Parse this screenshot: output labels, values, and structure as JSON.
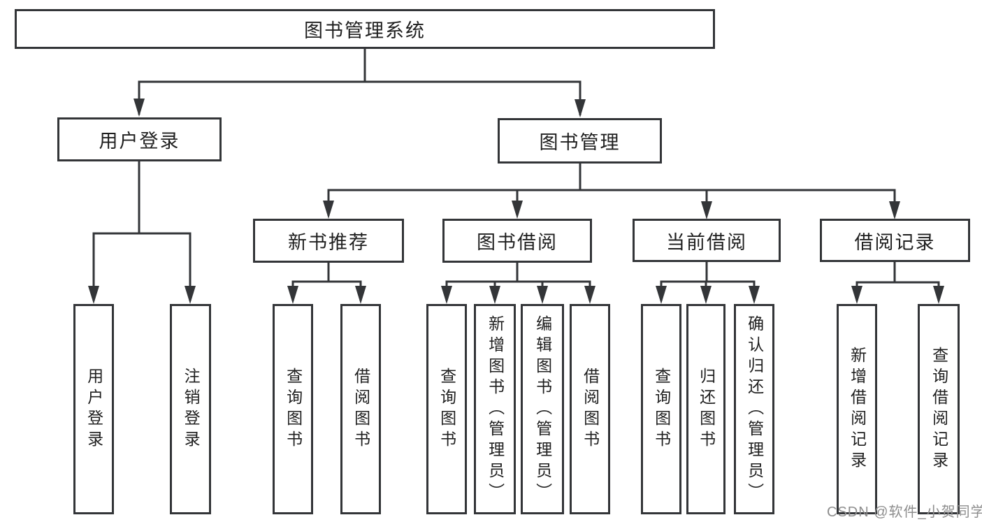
{
  "colors": {
    "line": "#333538",
    "text": "#1f1f1f",
    "watermark": "#8d8d8d",
    "bg": "#ffffff"
  },
  "tree": {
    "root": {
      "label": "图书管理系统"
    },
    "level2": [
      {
        "label": "用户登录"
      },
      {
        "label": "图书管理"
      }
    ],
    "level3": [
      {
        "label": "新书推荐"
      },
      {
        "label": "图书借阅"
      },
      {
        "label": "当前借阅"
      },
      {
        "label": "借阅记录"
      }
    ],
    "leaves": {
      "user_login": [
        {
          "label": "用户登录"
        },
        {
          "label": "注销登录"
        }
      ],
      "new_book_recommend": [
        {
          "label": "查询图书"
        },
        {
          "label": "借阅图书"
        }
      ],
      "book_borrow": [
        {
          "label": "查询图书"
        },
        {
          "label": "新增图书（管理员）"
        },
        {
          "label": "编辑图书（管理员）"
        },
        {
          "label": "借阅图书"
        }
      ],
      "current_borrow": [
        {
          "label": "查询图书"
        },
        {
          "label": "归还图书"
        },
        {
          "label": "确认归还（管理员）"
        }
      ],
      "borrow_records": [
        {
          "label": "新增借阅记录"
        },
        {
          "label": "查询借阅记录"
        }
      ]
    }
  },
  "watermark": {
    "text": "CSDN @软件_小贺同学"
  }
}
